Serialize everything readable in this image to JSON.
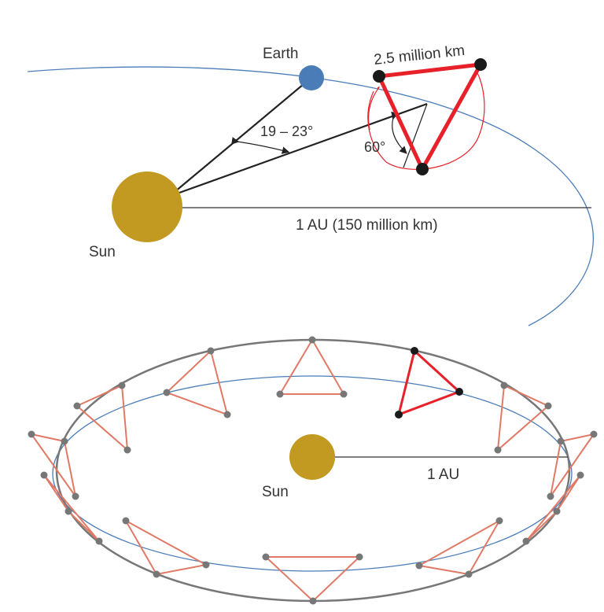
{
  "top": {
    "earth_label": "Earth",
    "sun_label": "Sun",
    "angle_label": "19 – 23°",
    "tilt_label": "60°",
    "arm_label": "2.5 million km",
    "distance_label": "1 AU (150 million km)"
  },
  "bottom": {
    "sun_label": "Sun",
    "distance_label": "1 AU"
  },
  "colors": {
    "sun": "#C29A22",
    "earth": "#4A7DB8",
    "orbit": "#4A7DB8",
    "constellation": "#E8202A",
    "constellation_faded": "#E07A66",
    "spacecraft": "#1A1A1A",
    "spacecraft_faded": "#777777"
  }
}
